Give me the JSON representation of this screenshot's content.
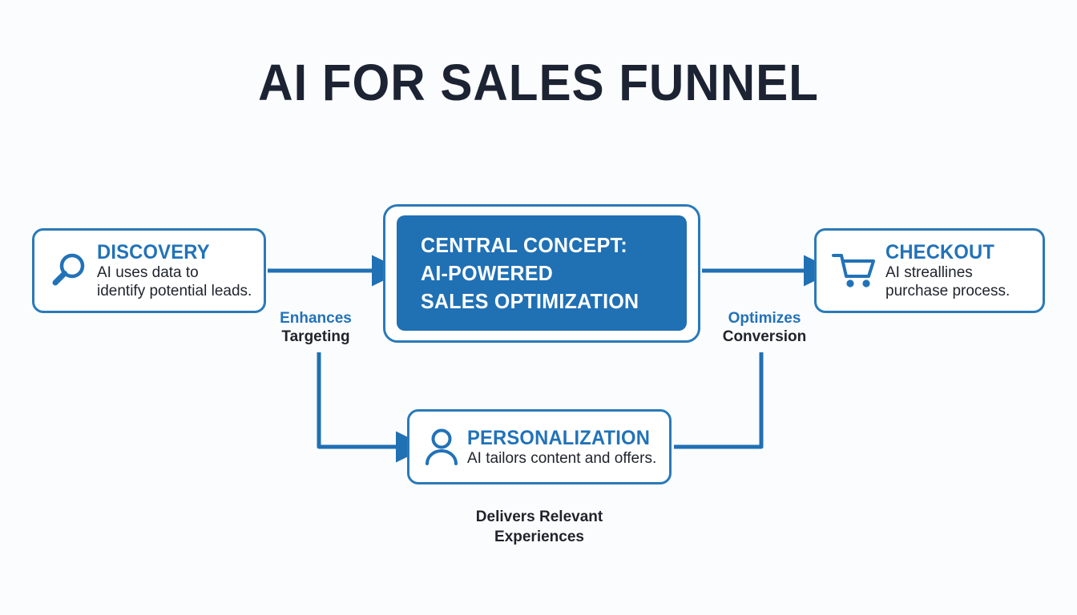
{
  "title": "AI FOR SALES FUNNEL",
  "colors": {
    "background": "#fbfcfd",
    "accent_blue": "#2272b8",
    "line_blue": "#2a7ab8",
    "central_fill": "#2070b4",
    "title_navy": "#1c2333",
    "body_text": "#1f232b"
  },
  "nodes": {
    "discovery": {
      "icon": "magnifier-icon",
      "title": "DISCOVERY",
      "desc": "AI uses data to\nidentify potential leads."
    },
    "central": {
      "text": "CENTRAL CONCEPT:\nAI-POWERED\nSALES OPTIMIZATION"
    },
    "checkout": {
      "icon": "shopping-cart-icon",
      "title": "CHECKOUT",
      "desc": "AI streallines\npurchase process."
    },
    "personalization": {
      "icon": "person-icon",
      "title": "PERSONALIZATION",
      "desc": "AI tailors content and offers."
    }
  },
  "edge_labels": {
    "enhances_targeting": {
      "line1": "Enhances",
      "line2": "Targeting"
    },
    "optimizes_conversion": {
      "line1": "Optimizes",
      "line2": "Conversion"
    }
  },
  "caption": "Delivers Relevant\nExperiences"
}
